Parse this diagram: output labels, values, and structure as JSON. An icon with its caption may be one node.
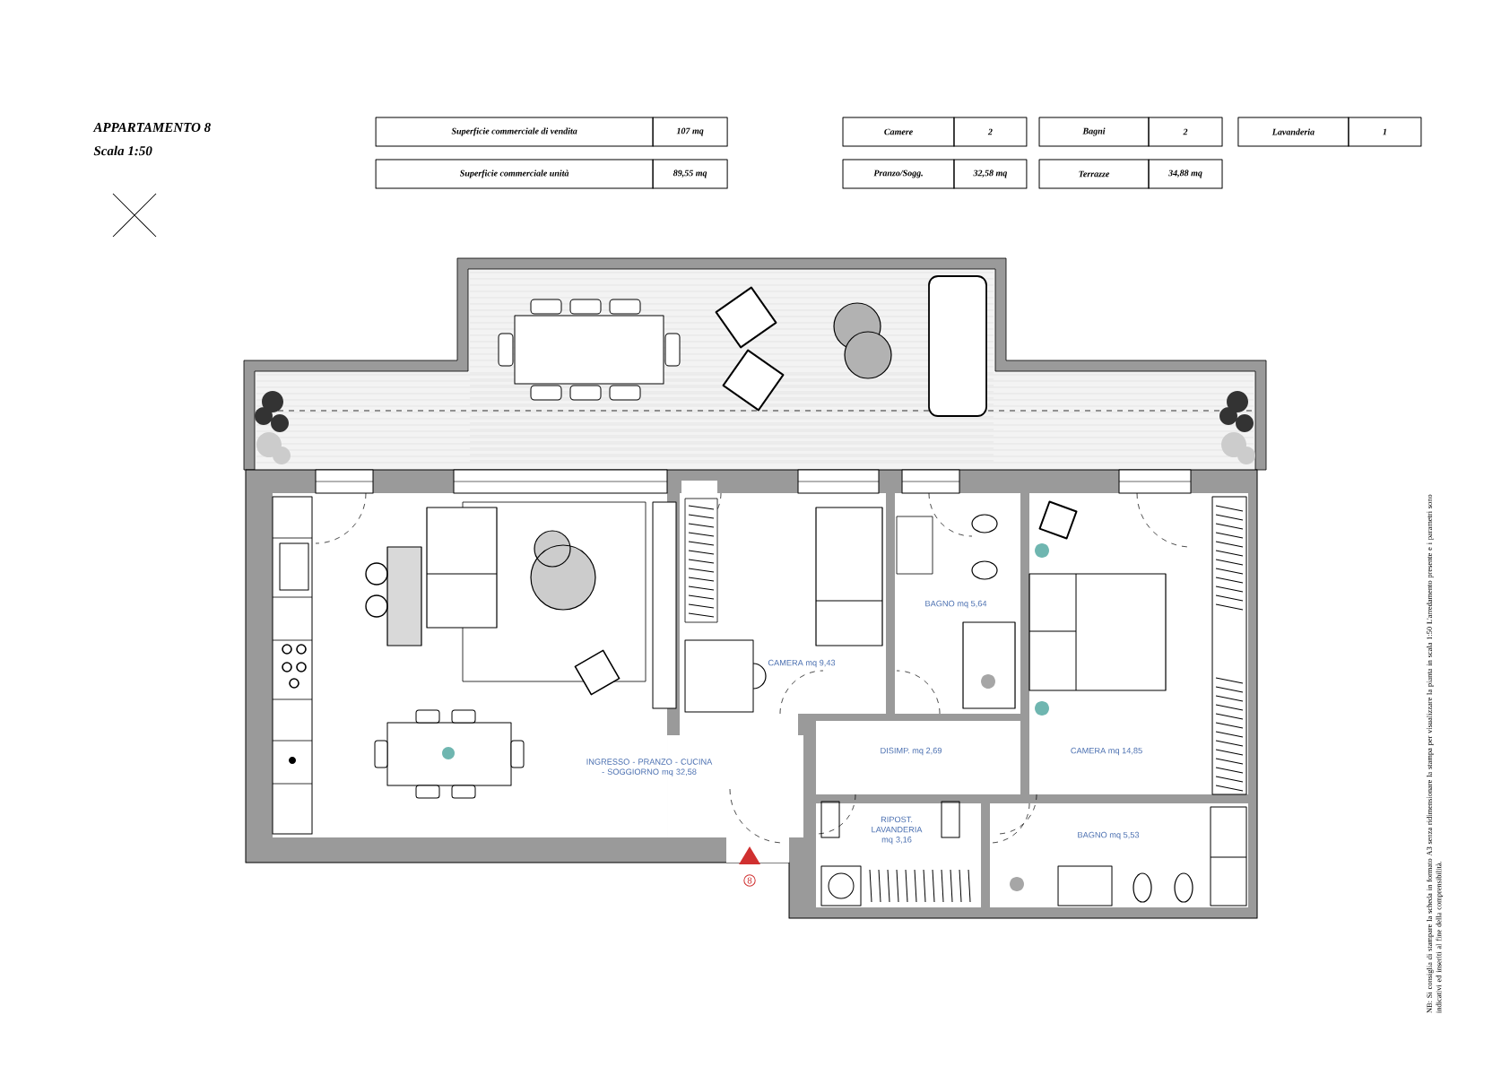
{
  "diagram": {
    "labels": [
      "APPARTAMENTO 8",
      "Scala 1:50",
      "Superficie commerciale di vendita",
      "107 mq",
      "Camere",
      "2",
      "Bagni",
      "2",
      "Lavanderia",
      "1",
      "Superficie commerciale unità",
      "89,55 mq",
      "Pranzo/Sogg.",
      "32,58 mq",
      "Terrazze",
      "34,88 mq",
      "INGRESSO - PRANZO - CUCINA - SOGGIORNO mq 32,58",
      "CAMERA mq 9,43",
      "BAGNO mq 5,64",
      "DISIMP. mq 2,69",
      "CAMERA mq 14,85",
      "RIPOST. LAVANDERIA mq 3,16",
      "BAGNO mq 5,53",
      "8",
      "NB: Si consiglia di stampare la scheda in formato A3 senza ridimensionare la stampa per visualizzare la pianta in scala 1:50 L'arredamento presente e i parametri sono indicativi ed inseriti al fine della comprensibilità."
    ]
  }
}
